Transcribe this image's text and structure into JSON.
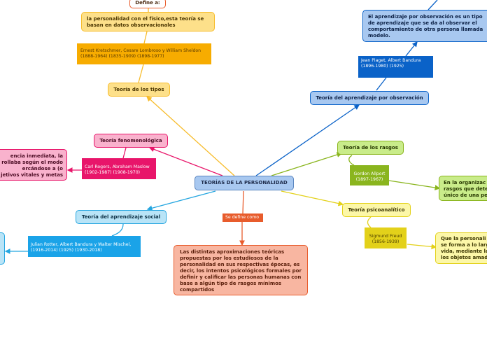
{
  "central": {
    "label": "TEORÍAS DE LA PERSONALIDAD"
  },
  "define_label": "Se define como",
  "definition": "Las distintas aproximaciones teóricas propuestas por los estudiosos de la personalidad en sus respectivas épocas, es decir, los intentos psicológicos formales por definir y calificar las personas humanas con base a algún tipo de rasgos mínimos compartidos",
  "tipos": {
    "title": "Teoría de los tipos",
    "authors": "Ernest Kretschmer, Cesare Lombroso y William Sheldon\n(1888-1964)            (1835-1909)            (1898-1977)",
    "desc": "la personalidad con el físico,esta teoría se basan en datos observacionales",
    "define_tag": "Define a:"
  },
  "fenomenologica": {
    "title": "Teoría fenomenológica",
    "authors": "Carl Rogers, Abraham Maslow\n(1902-1987) (1908-1970)",
    "desc": "encia inmediata, la\nrollaba según el modo\nercándose a (o\njetivos vitales y metas"
  },
  "social": {
    "title": "Teoría del aprendizaje social",
    "authors": "Julian Rotter, Albert Bandura y Walter Mischel,\n(1916-2014)       (1925)             (1930-2018)"
  },
  "observacion": {
    "title": "Teoría del aprendizaje por observación",
    "authors": "Jean Piaget,    Albert Bandura\n(1896-1980)        (1925)",
    "desc": "El aprendizaje por observación es un tipo de aprendizaje que se da al observar el comportamiento de otra persona llamada modelo."
  },
  "rasgos": {
    "title": "Teoría de los rasgos",
    "authors": "Gordon Allport\n(1897-1967)",
    "desc": "En la organizac\nrasgos que dete\núnico de una pe"
  },
  "psicoanalitico": {
    "title": "Teoría psicoanalítico",
    "authors": "Sigmund Freud\n(1856-1939)",
    "desc": "Que la personali\nse forma a lo larg\nvida, mediante la\nlos objetos amad"
  },
  "colors": {
    "central": "#a8c8f0",
    "tipos": "#f7bc2b",
    "fenomenologica": "#e8156a",
    "social": "#25a6e0",
    "observacion": "#0a62c8",
    "rasgos": "#8ab51e",
    "psicoanalitico": "#e3d11a",
    "definition": "#e85c2c"
  }
}
